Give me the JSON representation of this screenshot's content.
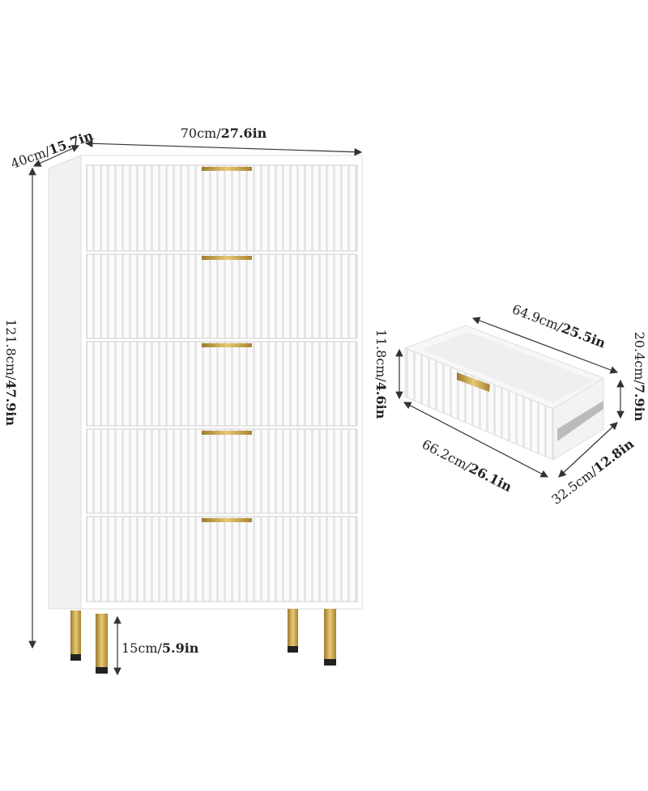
{
  "dresser": {
    "drawer_count": 5,
    "body_color": "#ffffff",
    "handle_color": "#c9a24a",
    "leg_color": "#c9a24a",
    "width": {
      "cm": "70cm/",
      "in": "27.6in"
    },
    "depth": {
      "cm": "40cm/",
      "in": "15.7in"
    },
    "height": {
      "cm": "121.8cm/",
      "in": "47.9in"
    },
    "leg_height": {
      "cm": "15cm/",
      "in": "5.9in"
    }
  },
  "drawer": {
    "inner_length": {
      "cm": "64.9cm/",
      "in": "25.5in"
    },
    "outer_length": {
      "cm": "66.2cm/",
      "in": "26.1in"
    },
    "side_height": {
      "cm": "20.4cm/",
      "in": "7.9in"
    },
    "front_height": {
      "cm": "11.8cm/",
      "in": "4.6in"
    },
    "depth": {
      "cm": "32.5cm/",
      "in": "12.8in"
    }
  }
}
